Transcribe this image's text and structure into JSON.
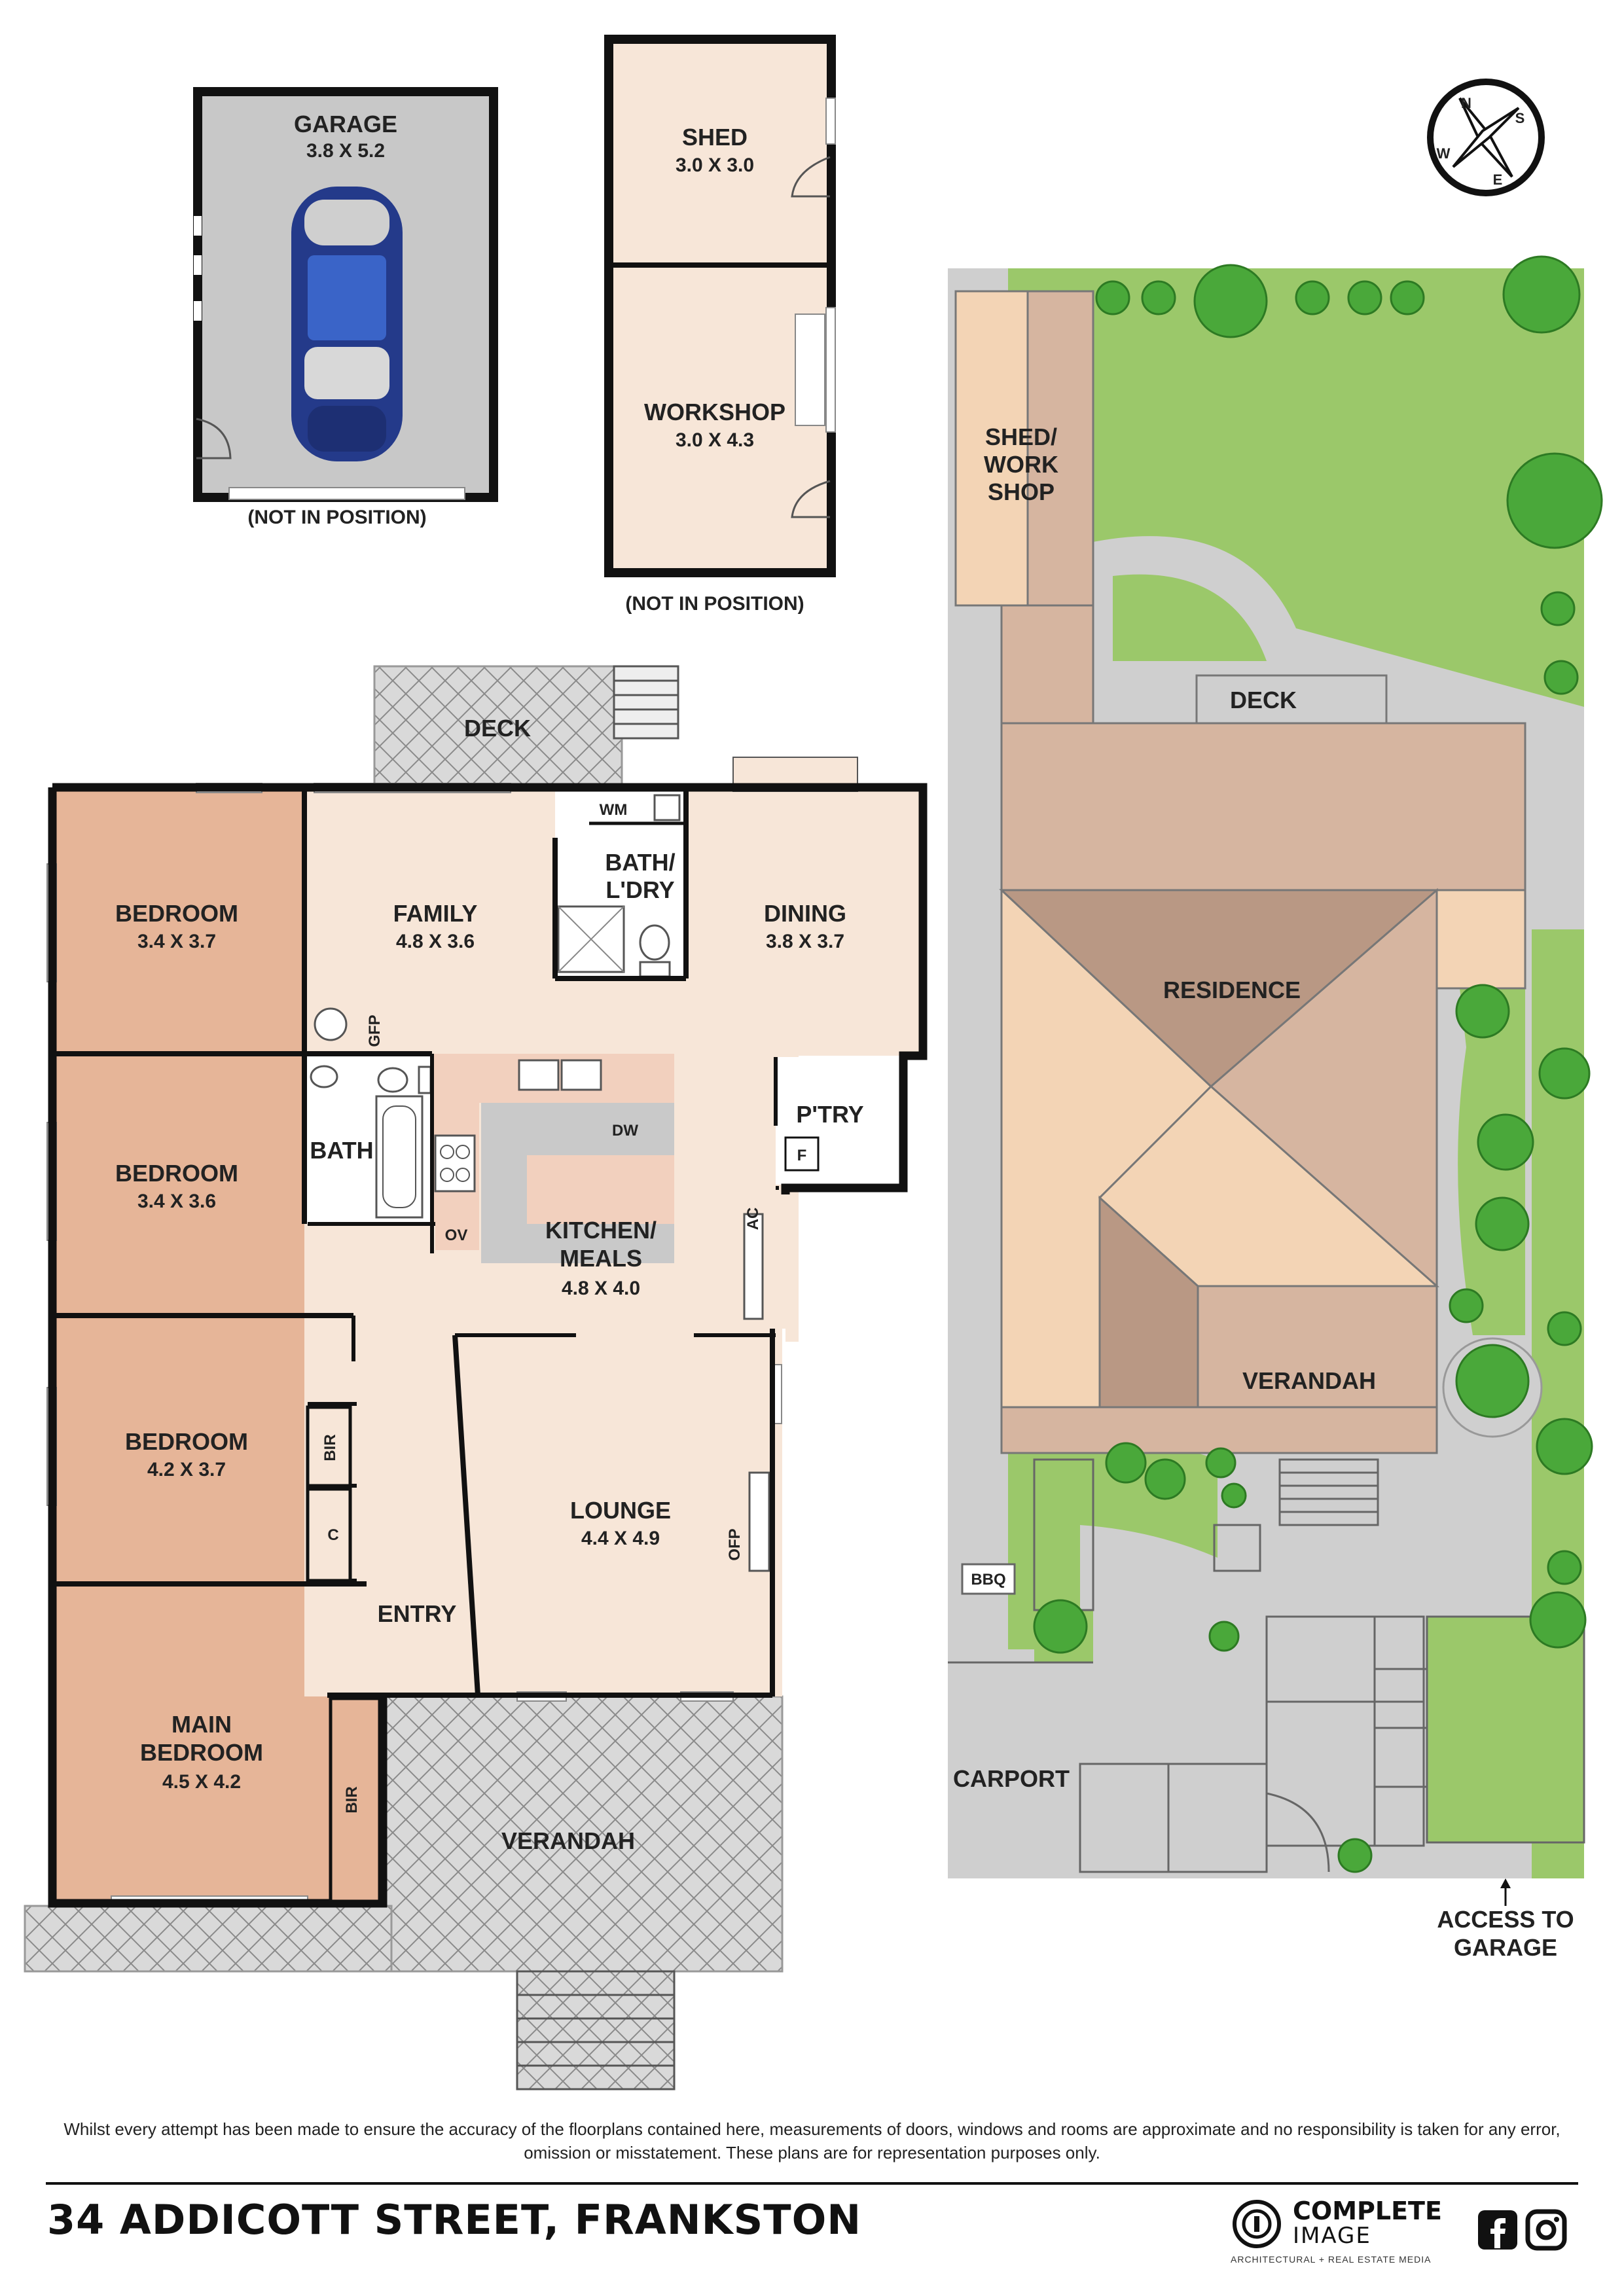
{
  "colors": {
    "room_fill": "#f7e6d8",
    "bedroom_fill": "#e6b598",
    "wet_fill": "#ffffff",
    "kitchen_fill": "#f2d0be",
    "bench_fill": "#c9c9c9",
    "wall": "#111111",
    "lawn": "#9bc86a",
    "path": "#cfcfcf",
    "roof_light": "#f3d4b5",
    "roof_mid": "#d6b5a0",
    "roof_dark": "#b99884",
    "garage_fill": "#c8c8c8",
    "deck_fill": "#d9d9d9"
  },
  "outbuildings": {
    "garage": {
      "name": "GARAGE",
      "dims": "3.8 X 5.2",
      "note": "(NOT IN POSITION)"
    },
    "shed": {
      "name": "SHED",
      "dims": "3.0 X 3.0"
    },
    "workshop": {
      "name": "WORKSHOP",
      "dims": "3.0 X 4.3"
    },
    "shed_note": "(NOT IN POSITION)"
  },
  "house": {
    "deck": "DECK",
    "bedroom1": {
      "name": "BEDROOM",
      "dims": "3.4 X 3.7"
    },
    "family": {
      "name": "FAMILY",
      "dims": "4.8 X 3.6"
    },
    "wm": "WM",
    "bath_ldry": [
      "BATH/",
      "L'DRY"
    ],
    "dining": {
      "name": "DINING",
      "dims": "3.8 X 3.7"
    },
    "gfp": "GFP",
    "bedroom2": {
      "name": "BEDROOM",
      "dims": "3.4 X 3.6"
    },
    "bath": "BATH",
    "dw": "DW",
    "ptry": "P'TRY",
    "f": "F",
    "ov": "OV",
    "kitchen": {
      "name1": "KITCHEN/",
      "name2": "MEALS",
      "dims": "4.8 X 4.0"
    },
    "ac": "AC",
    "bedroom3": {
      "name": "BEDROOM",
      "dims": "4.2 X 3.7"
    },
    "bir": "BIR",
    "c": "C",
    "lounge": {
      "name": "LOUNGE",
      "dims": "4.4 X 4.9"
    },
    "ofp": "OFP",
    "entry": "ENTRY",
    "main_bedroom": {
      "name1": "MAIN",
      "name2": "BEDROOM",
      "dims": "4.5 X 4.2"
    },
    "bir2": "BIR",
    "verandah": "VERANDAH"
  },
  "site": {
    "shed_workshop": [
      "SHED/",
      "WORK",
      "SHOP"
    ],
    "deck": "DECK",
    "residence": "RESIDENCE",
    "verandah": "VERANDAH",
    "bbq": "BBQ",
    "carport": "CARPORT",
    "access": [
      "ACCESS TO",
      "GARAGE"
    ]
  },
  "compass": {
    "n": "N",
    "s": "S",
    "e": "E",
    "w": "W"
  },
  "disclaimer": "Whilst every attempt has been made to ensure the accuracy of the floorplans contained here, measurements of doors, windows and rooms are approximate and no responsibility is taken for any error, omission or misstatement. These plans are for representation purposes only.",
  "footer": {
    "address": "34 ADDICOTT STREET, FRANKSTON",
    "brand_name": "COMPLETE",
    "brand_sub": "IMAGE",
    "brand_tag": "ARCHITECTURAL + REAL ESTATE MEDIA",
    "brand_icon": "ci-logo-icon",
    "social": [
      "facebook-icon",
      "instagram-icon"
    ]
  }
}
